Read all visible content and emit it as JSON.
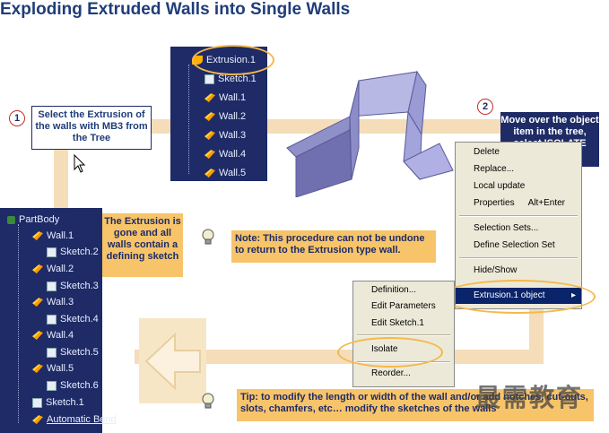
{
  "title": "Exploding Extruded Walls into Single Walls",
  "step1": {
    "number": "1",
    "text": "Select the Extrusion of the walls with MB3 from the Tree"
  },
  "step2": {
    "number": "2",
    "text": "Move over the object item in the tree, select ISOLATE"
  },
  "top_tree": {
    "items": [
      {
        "label": "Extrusion.1",
        "icon": "extrusion-icon"
      },
      {
        "label": "Sketch.1",
        "icon": "sketch-icon"
      },
      {
        "label": "Wall.1",
        "icon": "wall-icon"
      },
      {
        "label": "Wall.2",
        "icon": "wall-icon"
      },
      {
        "label": "Wall.3",
        "icon": "wall-icon"
      },
      {
        "label": "Wall.4",
        "icon": "wall-icon"
      },
      {
        "label": "Wall.5",
        "icon": "wall-icon"
      }
    ]
  },
  "bottom_tree": {
    "items": [
      {
        "label": "PartBody",
        "icon": "partbody-icon"
      },
      {
        "label": "Wall.1",
        "icon": "wall-icon"
      },
      {
        "label": "Sketch.2",
        "icon": "sketch-icon"
      },
      {
        "label": "Wall.2",
        "icon": "wall-icon"
      },
      {
        "label": "Sketch.3",
        "icon": "sketch-icon"
      },
      {
        "label": "Wall.3",
        "icon": "wall-icon"
      },
      {
        "label": "Sketch.4",
        "icon": "sketch-icon"
      },
      {
        "label": "Wall.4",
        "icon": "wall-icon"
      },
      {
        "label": "Sketch.5",
        "icon": "sketch-icon"
      },
      {
        "label": "Wall.5",
        "icon": "wall-icon"
      },
      {
        "label": "Sketch.6",
        "icon": "sketch-icon"
      },
      {
        "label": "Sketch.1",
        "icon": "sketch-icon"
      },
      {
        "label": "Automatic Bend",
        "icon": "bend-icon"
      }
    ]
  },
  "extrusion_gone_note": "The Extrusion is gone and all walls contain a defining sketch",
  "note": "Note: This procedure can not be undone to return to the Extrusion type wall.",
  "tip": "Tip: to modify the length or width of the wall and/or add notches, cut-outs, slots, chamfers, etc… modify the sketches of the walls",
  "context_menu": {
    "items": [
      "Delete",
      "Replace...",
      "Local update",
      "Properties",
      "Selection Sets...",
      "Define Selection Set",
      "Hide/Show",
      "Extrusion.1 object"
    ],
    "properties_shortcut": "Alt+Enter"
  },
  "submenu": {
    "items": [
      "Definition...",
      "Edit Parameters",
      "Edit Sketch.1",
      "Isolate",
      "Reorder..."
    ]
  },
  "watermark": "最需教育",
  "colors": {
    "navy": "#1e2b66",
    "band": "#f4ddb8",
    "note": "#f7c46a",
    "ring": "#f5b84a"
  }
}
